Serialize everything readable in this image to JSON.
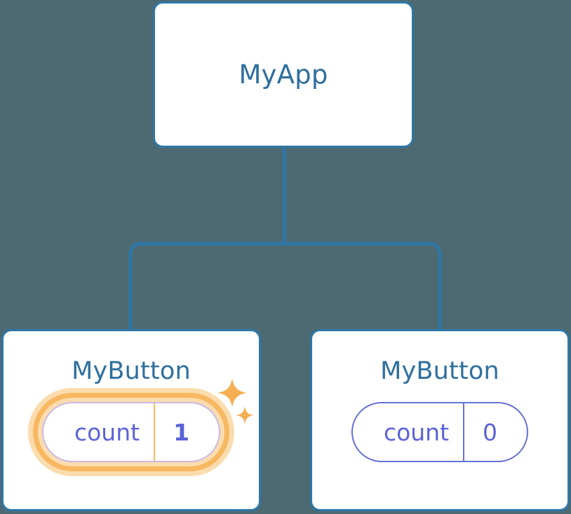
{
  "diagram": {
    "type": "component-tree",
    "background_color": "#4D6A73",
    "connector_color": "#2E77A6",
    "node_border_color": "#2E77A6",
    "node_title_color": "#2E6F9E",
    "state_color": "#5B63D8",
    "highlight_ring_color": "#F8B861",
    "highlight_halo_color": "#FBDCAE",
    "sparkle_color": "#F5AE52"
  },
  "root": {
    "title": "MyApp"
  },
  "children": [
    {
      "title": "MyButton",
      "state": {
        "key": "count",
        "value": "1"
      },
      "highlighted": true,
      "sparkle_large": "sparkle-icon",
      "sparkle_small": "sparkle-icon"
    },
    {
      "title": "MyButton",
      "state": {
        "key": "count",
        "value": "0"
      },
      "highlighted": false
    }
  ]
}
